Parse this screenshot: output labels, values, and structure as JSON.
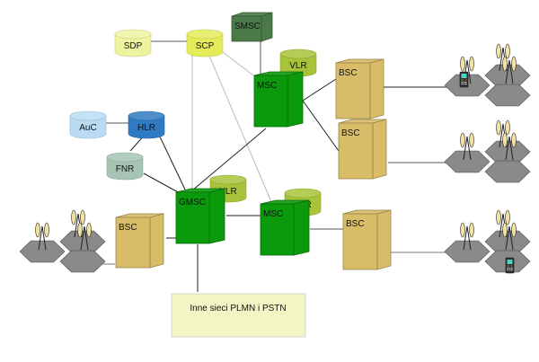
{
  "diagram": {
    "title": "GSM network architecture",
    "nodes": {
      "sdp": {
        "label": "SDP",
        "color": "#eef3a0"
      },
      "scp": {
        "label": "SCP",
        "color": "#e4ec5a"
      },
      "smsc": {
        "label": "SMSC",
        "color": "#4a7a48"
      },
      "auc": {
        "label": "AuC",
        "color": "#b9dcf3"
      },
      "hlr": {
        "label": "HLR",
        "color": "#2f7ac0"
      },
      "fnr": {
        "label": "FNR",
        "color": "#a6c4b4"
      },
      "msc_top": {
        "label": "MSC",
        "color": "#0b9a0b"
      },
      "vlr_top": {
        "label": "VLR",
        "color": "#a7c33a"
      },
      "gmsc": {
        "label": "GMSC",
        "color": "#0b9a0b"
      },
      "vlr_gmsc": {
        "label": "VLR",
        "color": "#a7c33a"
      },
      "msc_bottom": {
        "label": "MSC",
        "color": "#0b9a0b"
      },
      "vlr_bottom": {
        "label": "VLR",
        "color": "#a7c33a"
      },
      "bsc_top1": {
        "label": "BSC",
        "color": "#d9bc68"
      },
      "bsc_top2": {
        "label": "BSC",
        "color": "#d9bc68"
      },
      "bsc_left": {
        "label": "BSC",
        "color": "#d9bc68"
      },
      "bsc_bottom": {
        "label": "BSC",
        "color": "#d9bc68"
      },
      "pstn": {
        "label": "Inne sieci PLMN i PSTN",
        "color": "#f3f5c4"
      }
    }
  }
}
